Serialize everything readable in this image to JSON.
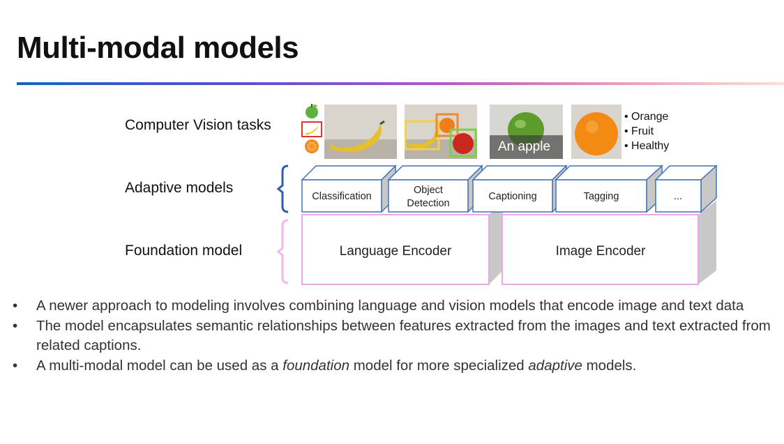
{
  "title": "Multi-modal models",
  "rows": {
    "cv_tasks": "Computer Vision tasks",
    "adaptive": "Adaptive models",
    "foundation": "Foundation model"
  },
  "caption_overlay": "An apple",
  "tag_list": [
    "Orange",
    "Fruit",
    "Healthy"
  ],
  "adaptive_blocks": [
    "Classification",
    "Object Detection",
    "Captioning",
    "Tagging",
    "..."
  ],
  "foundation_blocks": [
    "Language Encoder",
    "Image Encoder"
  ],
  "bullets": {
    "b1": "A newer approach to modeling involves combining language and vision models that encode image and text data",
    "b2": "The model encapsulates semantic relationships between features extracted from the images and text extracted from related captions.",
    "b3_pre": "A multi-modal model can be used as a ",
    "b3_em1": "foundation",
    "b3_mid": " model for more specialized ",
    "b3_em2": "adaptive",
    "b3_post": " models."
  },
  "colors": {
    "adaptive_outline": "#3f72b8",
    "foundation_outline": "#e9a8e6",
    "adaptive_bracket": "#2d5fa8",
    "foundation_bracket": "#f2b6ef",
    "side_gray": "#c8c8c8"
  },
  "icons": [
    "apple-icon",
    "banana-icon",
    "orange-slice-icon"
  ]
}
